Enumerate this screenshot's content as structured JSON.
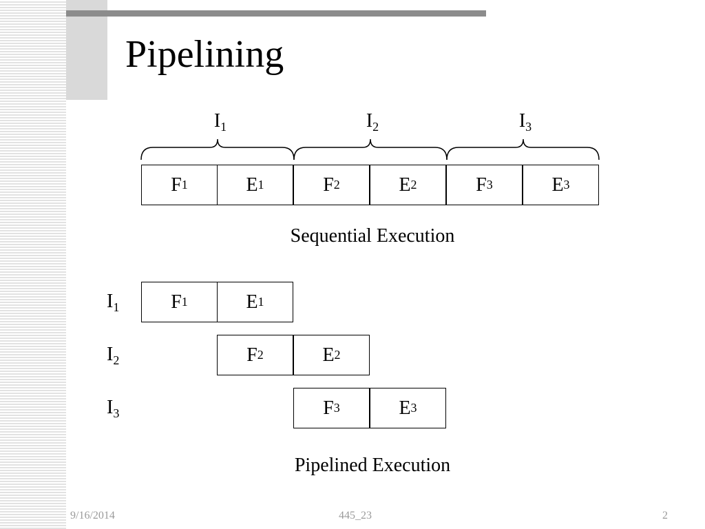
{
  "slide": {
    "title": "Pipelining",
    "footer_date": "9/16/2014",
    "footer_center": "445_23",
    "footer_page": "2"
  },
  "sequential": {
    "instruction_labels": [
      {
        "base": "I",
        "sub": "1"
      },
      {
        "base": "I",
        "sub": "2"
      },
      {
        "base": "I",
        "sub": "3"
      }
    ],
    "cells": [
      {
        "base": "F",
        "sub": "1"
      },
      {
        "base": "E",
        "sub": "1"
      },
      {
        "base": "F",
        "sub": "2"
      },
      {
        "base": "E",
        "sub": "2"
      },
      {
        "base": "F",
        "sub": "3"
      },
      {
        "base": "E",
        "sub": "3"
      }
    ],
    "caption": "Sequential Execution"
  },
  "pipelined": {
    "rows": [
      {
        "label": {
          "base": "I",
          "sub": "1"
        },
        "cells": [
          {
            "base": "F",
            "sub": "1"
          },
          {
            "base": "E",
            "sub": "1"
          }
        ]
      },
      {
        "label": {
          "base": "I",
          "sub": "2"
        },
        "cells": [
          {
            "base": "F",
            "sub": "2"
          },
          {
            "base": "E",
            "sub": "2"
          }
        ]
      },
      {
        "label": {
          "base": "I",
          "sub": "3"
        },
        "cells": [
          {
            "base": "F",
            "sub": "3"
          },
          {
            "base": "E",
            "sub": "3"
          }
        ]
      }
    ],
    "caption": "Pipelined Execution"
  }
}
